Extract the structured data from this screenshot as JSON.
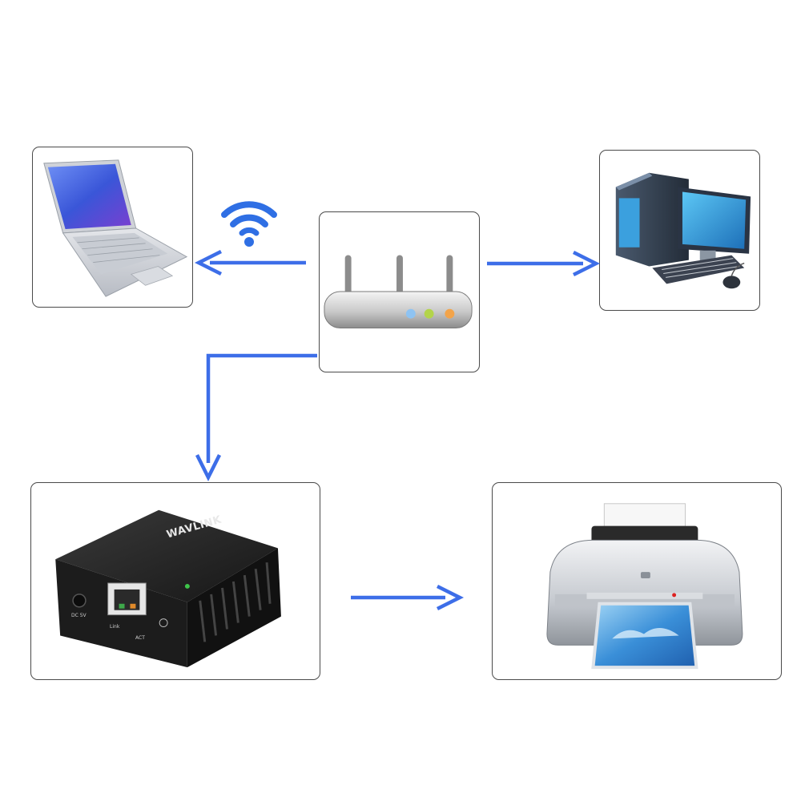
{
  "nodes": {
    "laptop": {
      "icon": "laptop-icon"
    },
    "router": {
      "icon": "wifi-router-icon"
    },
    "desktop": {
      "icon": "desktop-computer-icon"
    },
    "print_server": {
      "icon": "print-server-icon",
      "brand": "WAVLINK",
      "labels": {
        "power": "DC 5V",
        "link": "Link",
        "act": "ACT"
      }
    },
    "printer": {
      "icon": "printer-icon"
    }
  },
  "connections": [
    {
      "from": "router",
      "to": "laptop",
      "medium": "wireless",
      "icon": "wifi-signal-icon"
    },
    {
      "from": "router",
      "to": "desktop",
      "medium": "wired"
    },
    {
      "from": "router",
      "to": "print_server",
      "medium": "wired"
    },
    {
      "from": "print_server",
      "to": "printer",
      "medium": "wired"
    }
  ],
  "colors": {
    "arrow": "#3d6ee8",
    "box_border": "#4a4a4a",
    "wifi": "#2f6fe4"
  }
}
